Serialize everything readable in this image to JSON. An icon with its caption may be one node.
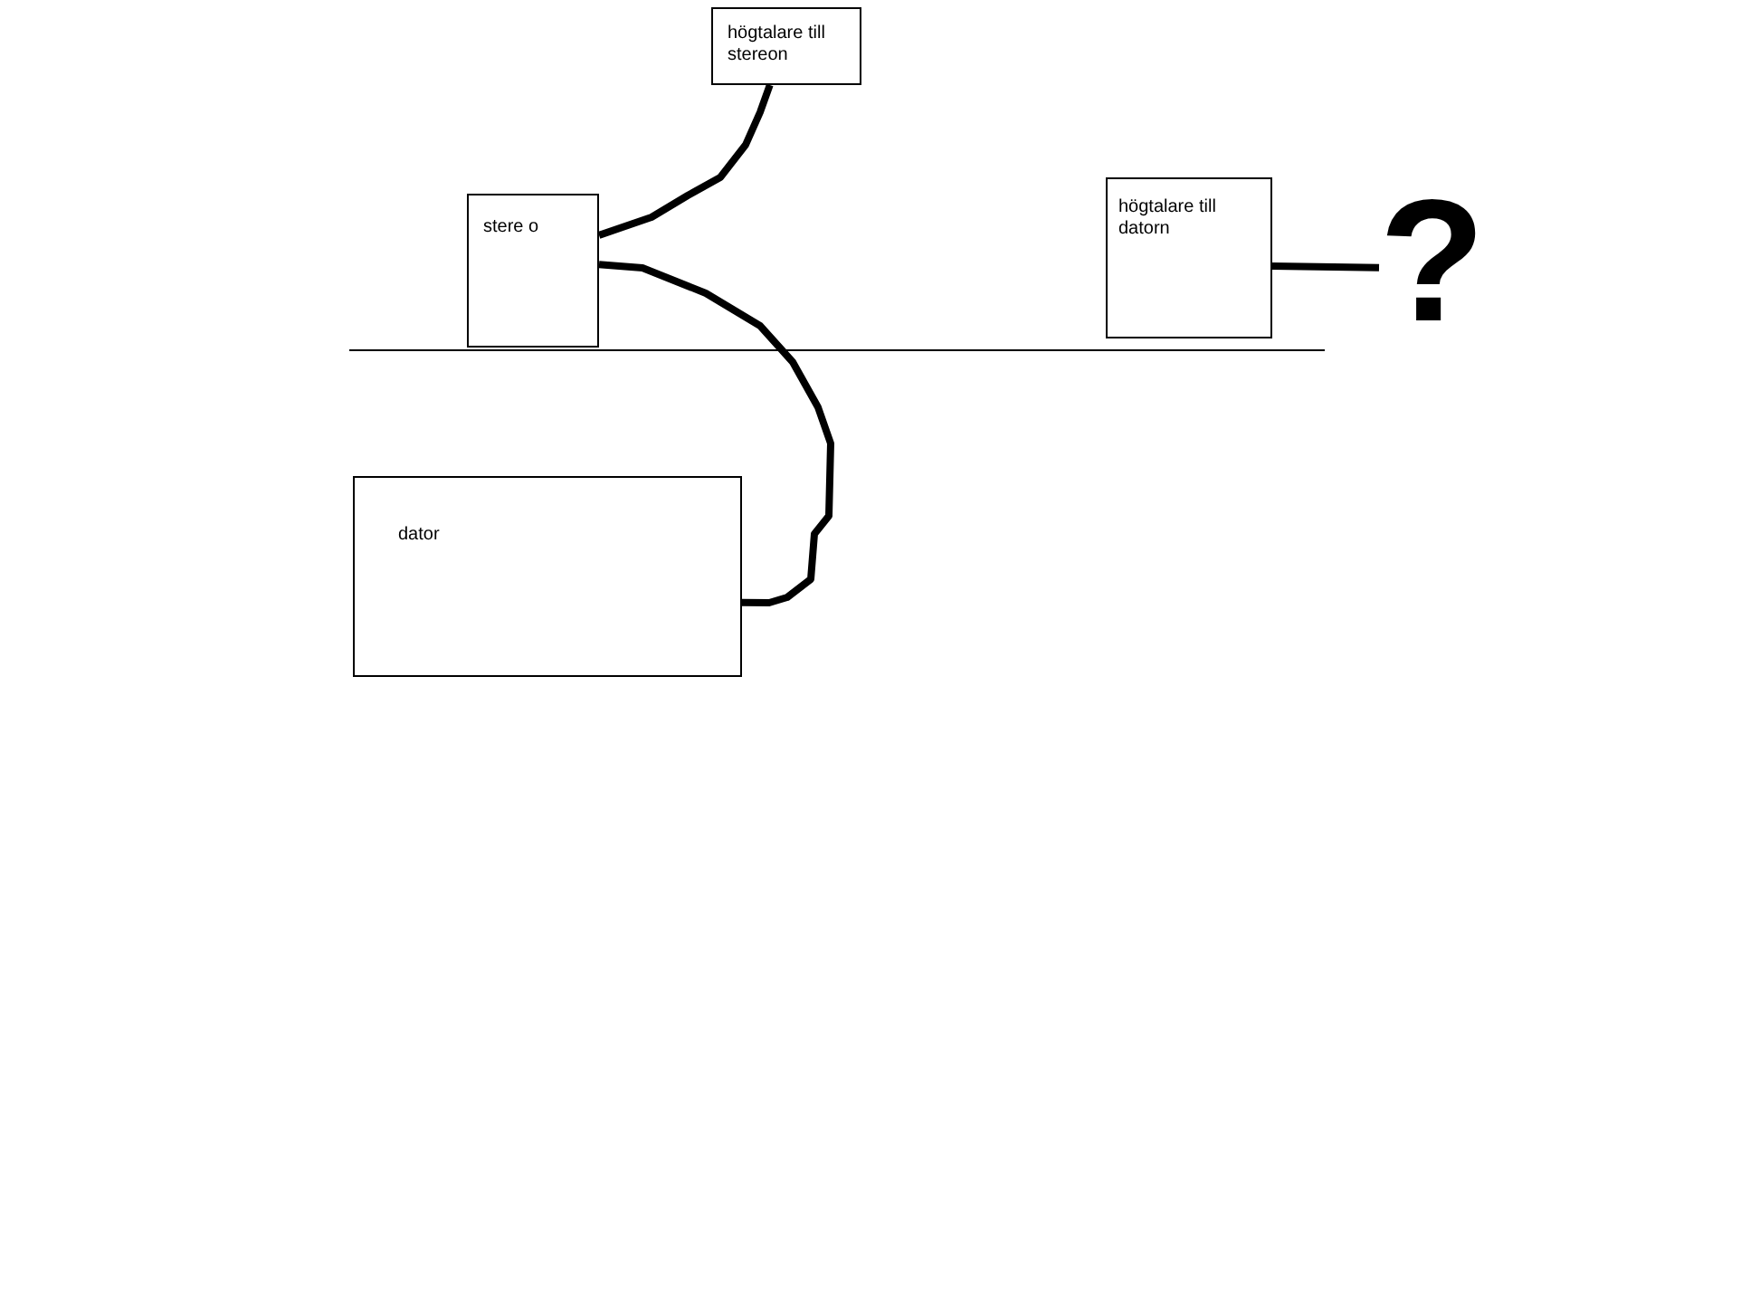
{
  "diagram": {
    "nodes": [
      {
        "text": [
          "högtalare till stereon"
        ]
      },
      {
        "text": [
          "stere o"
        ]
      },
      {
        "text": [
          "högtalare till datorn"
        ]
      },
      {
        "text": [
          "dator"
        ]
      },
      {
        "text": [
          "?"
        ]
      }
    ],
    "edges": [
      {
        "from": 1,
        "to": 0,
        "arrow": "none"
      },
      {
        "from": 1,
        "to": 3,
        "arrow": "none"
      },
      {
        "from": 2,
        "to": 4,
        "arrow": "none"
      }
    ]
  }
}
